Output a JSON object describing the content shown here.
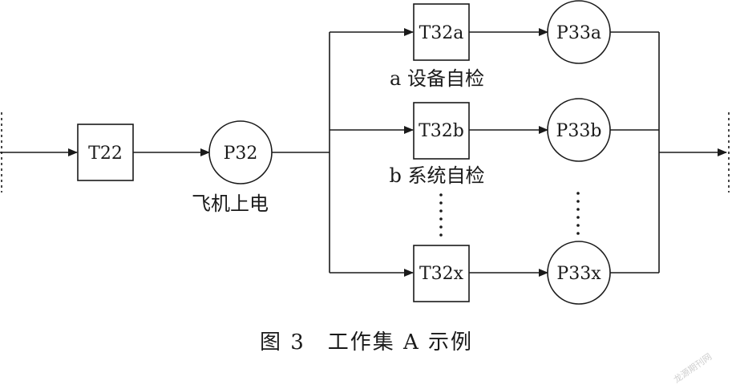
{
  "nodes": {
    "t22": "T22",
    "p32": "P32",
    "t32a": "T32a",
    "t32b": "T32b",
    "t32x": "T32x",
    "p33a": "P33a",
    "p33b": "P33b",
    "p33x": "P33x"
  },
  "labels": {
    "p32": "飞机上电",
    "branch_a": "a 设备自检",
    "branch_b": "b 系统自检"
  },
  "caption": "图 3　工作集 A 示例",
  "watermark": "龙源期刊网",
  "colors": {
    "ink": "#1a1a1a",
    "background": "#ffffff",
    "watermark": "#cfcfcf"
  }
}
